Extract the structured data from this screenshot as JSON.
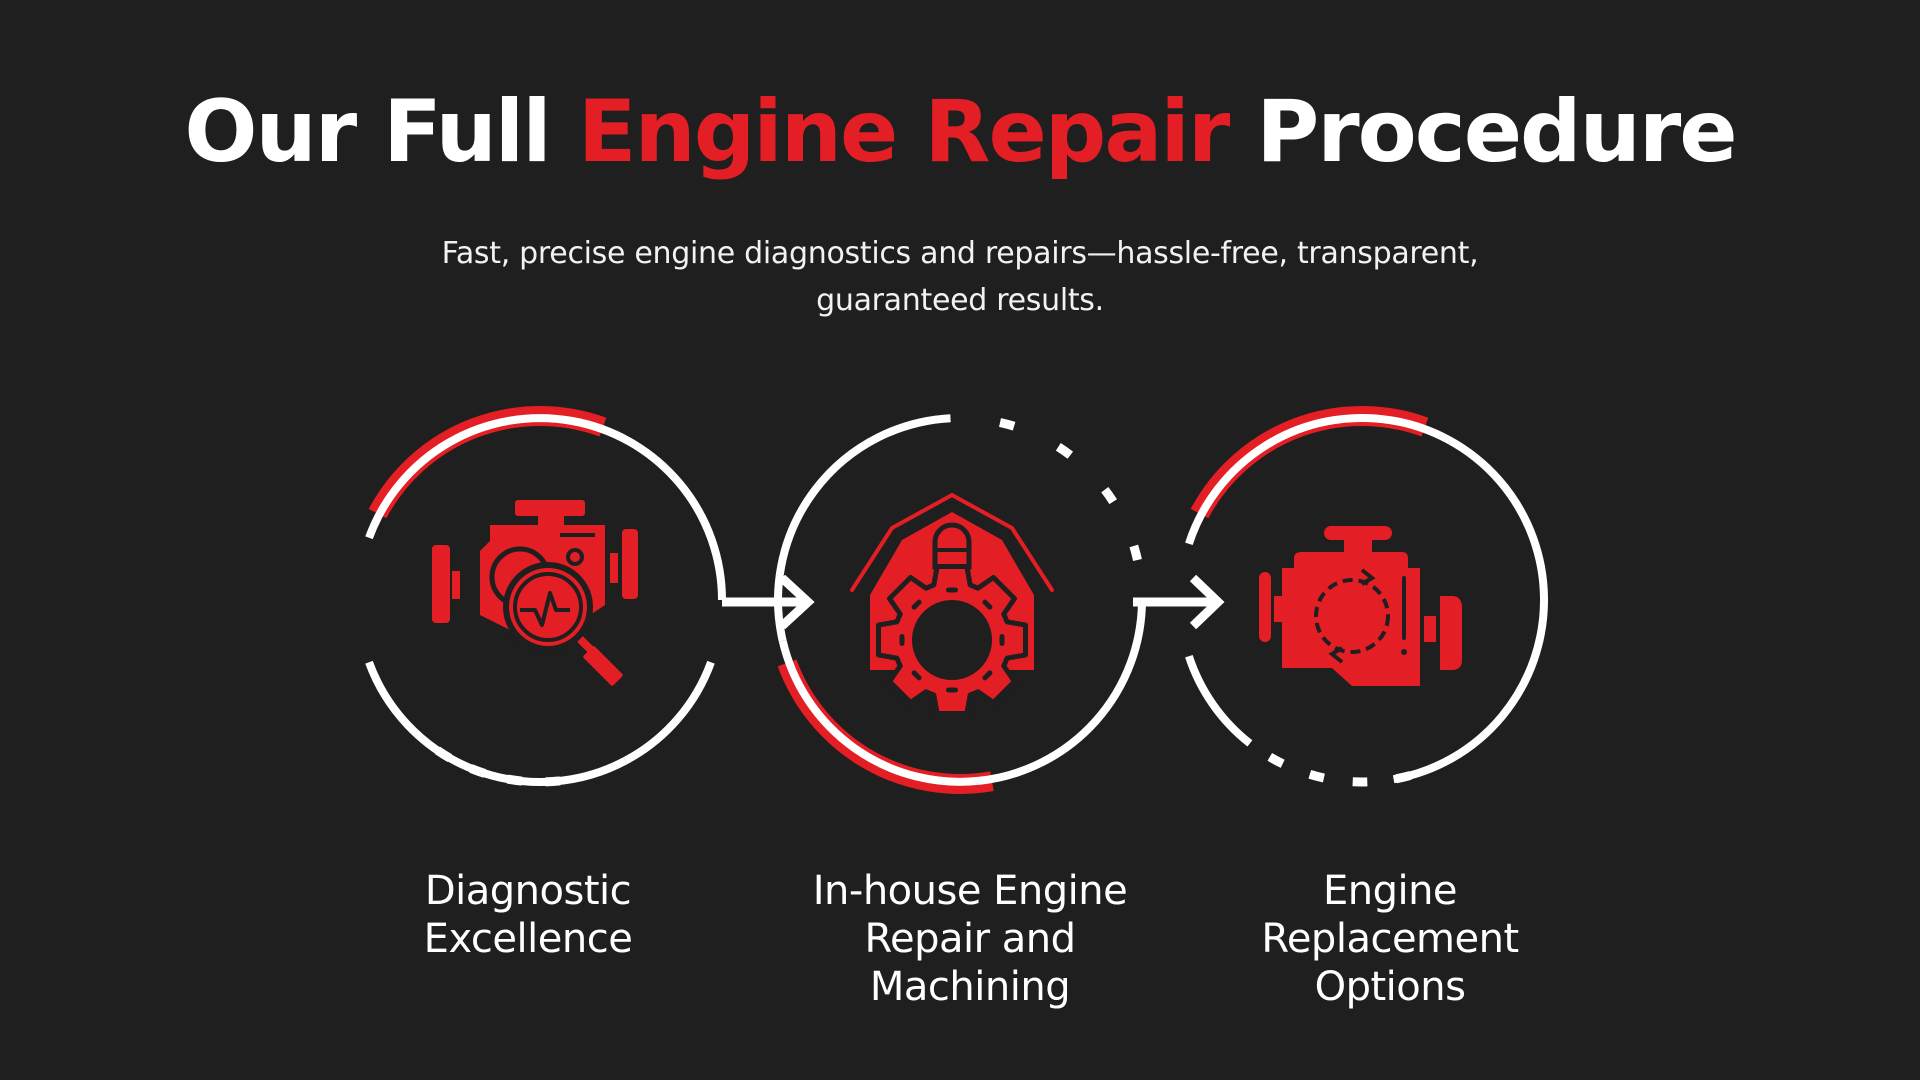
{
  "header": {
    "title_parts": [
      {
        "text": "Our Full ",
        "style": "plain"
      },
      {
        "text": "Engine Repair",
        "style": "accent"
      },
      {
        "text": " Procedure",
        "style": "plain"
      }
    ],
    "title_part_0": "Our Full",
    "title_part_1": "Engine Repair",
    "title_part_2": "Procedure",
    "subtitle_line_1": "Fast, precise engine diagnostics and repairs—hassle-free, transparent,",
    "subtitle_line_2": "guaranteed results."
  },
  "colors": {
    "background": "#1f1f1f",
    "accent": "#e31e24",
    "text": "#ffffff"
  },
  "steps": [
    {
      "icon": "engine-diagnostic-magnifier-icon",
      "label_lines": [
        "Diagnostic",
        "Excellence"
      ]
    },
    {
      "icon": "garage-gear-icon",
      "label_lines": [
        "In-house Engine",
        "Repair and",
        "Machining"
      ]
    },
    {
      "icon": "engine-replacement-cycle-icon",
      "label_lines": [
        "Engine",
        "Replacement",
        "Options"
      ]
    }
  ]
}
